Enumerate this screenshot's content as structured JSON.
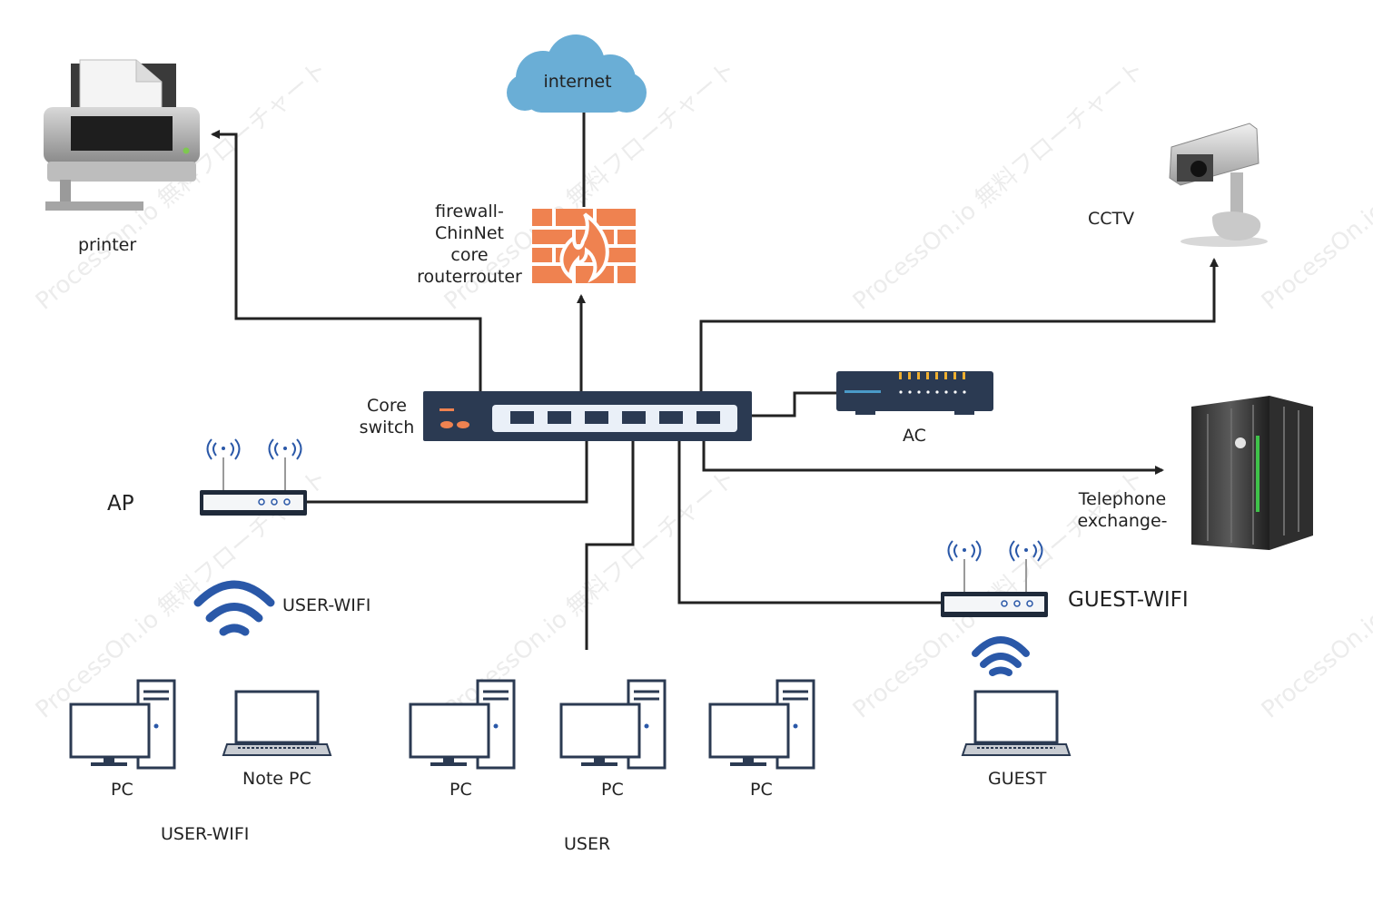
{
  "nodes": {
    "internet": "internet",
    "firewall": "firewall-\nChinNet\ncore\nrouterrouter",
    "printer": "printer",
    "cctv": "CCTV",
    "core_switch": "Core\nswitch",
    "ac": "AC",
    "telephone": "Telephone\nexchange-",
    "ap": "AP",
    "user_wifi_icon_label": "USER-WIFI",
    "guest_wifi": "GUEST-WIFI",
    "pc1": "PC",
    "note_pc": "Note PC",
    "user_wifi_group": "USER-WIFI",
    "pc2": "PC",
    "pc3": "PC",
    "pc4": "PC",
    "user_group": "USER",
    "guest": "GUEST"
  },
  "watermark": "ProcessOn.io 無料フローチャート",
  "colors": {
    "cloud": "#6aaed6",
    "firewall": "#ef8250",
    "switch_body": "#2b3a52",
    "wifi": "#2a58a8",
    "line": "#222222"
  }
}
